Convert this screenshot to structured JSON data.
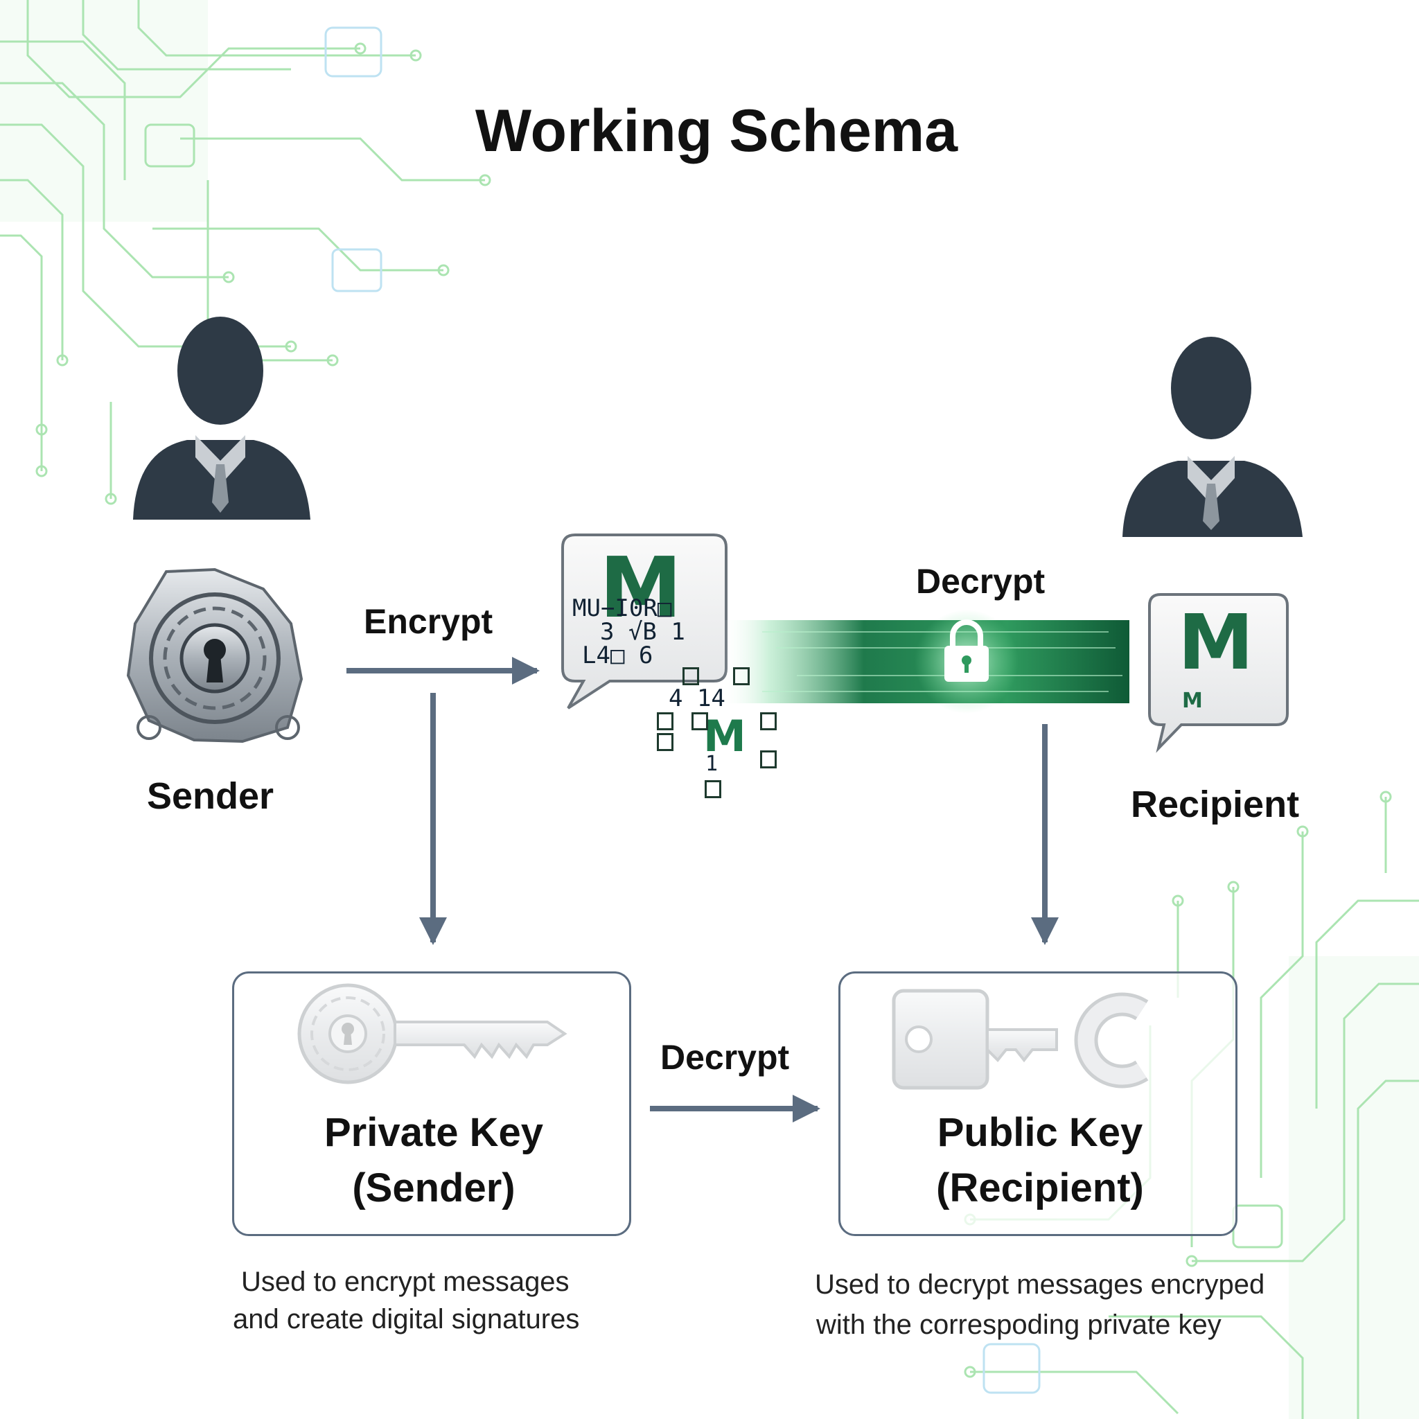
{
  "title": "Working Schema",
  "sender": {
    "label": "Sender"
  },
  "recipient": {
    "label": "Recipient"
  },
  "arrows": {
    "encrypt_label": "Encrypt",
    "decrypt_top_label": "Decrypt",
    "decrypt_bottom_label": "Decrypt"
  },
  "cipher_glyphs": {
    "bubble_big": "M",
    "bubble_row1": "MU−I0R□",
    "bubble_row2": "3  √B  1",
    "bubble_row3": "L4□   6",
    "scatter_nums": "4   14",
    "scatter_m": "M",
    "scatter_one": "1",
    "recipient_big": "M",
    "recipient_small": "M"
  },
  "private_key": {
    "title_line1": "Private Key",
    "title_line2": "(Sender)",
    "description_line1": "Used to encrypt messages",
    "description_line2": "and create digital signatures"
  },
  "public_key": {
    "title_line1": "Public Key",
    "title_line2": "(Recipient)",
    "description_line1": "Used to decrypt messages encryped",
    "description_line2": "with the correspoding private key"
  },
  "colors": {
    "arrow": "#5b6c80",
    "person": "#2e3a46",
    "circuit": "#7fd98a",
    "circuit_alt": "#9fd8e0",
    "cipher_green": "#1e7a4c",
    "stream_dark": "#0f5a36",
    "stream_light": "#7fe0a0"
  },
  "icons": {
    "sender_person": "person-icon",
    "recipient_person": "person-icon",
    "sender_lock": "keyhole-gear-lock-icon",
    "stream_lock": "padlock-icon",
    "private_key": "ornate-key-icon",
    "public_key": "key-icon"
  }
}
